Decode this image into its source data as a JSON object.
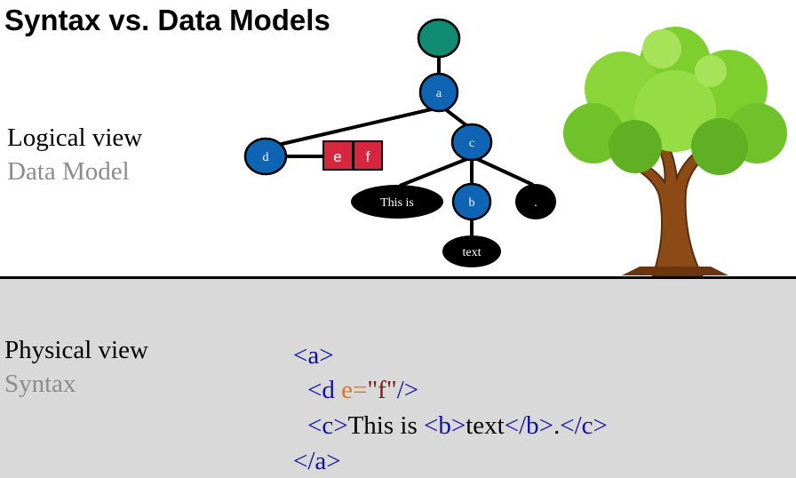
{
  "title": "Syntax vs. Data Models",
  "logical": {
    "main": "Logical view",
    "sub": "Data Model"
  },
  "physical": {
    "main": "Physical view",
    "sub": "Syntax"
  },
  "tree": {
    "nodes": {
      "a": "a",
      "c": "c",
      "d": "d",
      "b": "b",
      "this_is": "This is",
      "dot": ".",
      "text": "text",
      "e": "e",
      "f": "f"
    }
  },
  "code": {
    "line1_open": "<a>",
    "line2_tag_open": "<d ",
    "line2_attr": "e=",
    "line2_val": "\"f\"",
    "line2_tag_close": "/>",
    "line3_c_open": "<c>",
    "line3_text1": "This is ",
    "line3_b_open": "<b>",
    "line3_text2": "text",
    "line3_b_close": "</b>",
    "line3_text3": ".",
    "line3_c_close": "</c>",
    "line4_close": "</a>"
  },
  "colors": {
    "blue_node": "#0f65b3",
    "root_node": "#0f8c72",
    "red_box": "#d6273e",
    "black_node": "#000000",
    "background_bottom": "#d9d9d9"
  }
}
